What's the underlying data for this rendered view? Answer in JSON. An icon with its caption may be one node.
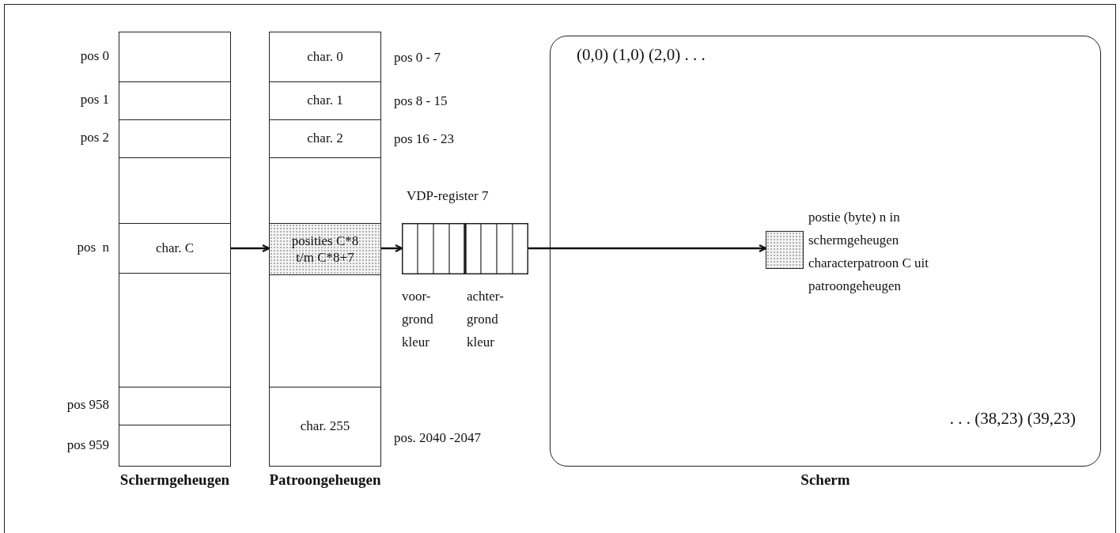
{
  "diagram": {
    "nodes": [
      {
        "text": [
          "Schermgeheugen"
        ]
      },
      {
        "text": [],
        "shape": "box",
        "in": 0,
        "beside": [
          "pos 0"
        ]
      },
      {
        "text": [],
        "shape": "box",
        "in": 0,
        "beside": [
          "pos 1"
        ]
      },
      {
        "text": [],
        "shape": "box",
        "in": 0,
        "beside": [
          "pos 2"
        ]
      },
      {
        "text": [],
        "shape": "box",
        "in": 0
      },
      {
        "text": [
          "char. C"
        ],
        "in": 0,
        "beside": [
          "pos  n"
        ]
      },
      {
        "text": [],
        "shape": "box",
        "in": 0
      },
      {
        "text": [],
        "shape": "box",
        "in": 0,
        "beside": [
          "pos 958"
        ]
      },
      {
        "text": [],
        "shape": "box",
        "in": 0,
        "beside": [
          "pos 959"
        ]
      },
      {
        "text": [
          "Patroongeheugen"
        ]
      },
      {
        "text": [
          "char. 0"
        ],
        "in": 9,
        "beside": [
          "pos 0 - 7"
        ]
      },
      {
        "text": [
          "char. 1"
        ],
        "in": 9,
        "beside": [
          "pos 8 - 15"
        ]
      },
      {
        "text": [
          "char. 2"
        ],
        "in": 9,
        "beside": [
          "pos 16 - 23"
        ]
      },
      {
        "text": [],
        "shape": "box",
        "in": 9
      },
      {
        "text": [
          "posities C*8 t/m C*8+7"
        ],
        "in": 9
      },
      {
        "text": [],
        "shape": "box",
        "in": 9
      },
      {
        "text": [
          "char. 255"
        ],
        "in": 9,
        "beside": [
          "pos. 2040 -2047"
        ]
      },
      {
        "text": [
          "VDP-register 7"
        ]
      },
      {
        "text": [
          "(0,0) (1,0) (2,0) . . .",
          ". . . (38,23) (39,23)",
          "Scherm"
        ]
      },
      {
        "text": [],
        "shape": "box",
        "in": 18,
        "beside": [
          "postie (byte) n in schermgeheugen characterpatroon C uit patroongeheugen"
        ]
      }
    ],
    "edges": [
      {
        "from": 5,
        "to": 14,
        "arrow": "to"
      },
      {
        "from": 14,
        "to": 17,
        "arrow": "to"
      },
      {
        "from": 17,
        "to": 19,
        "arrow": "to"
      }
    ],
    "labels": [
      "voor- grond kleur",
      "achter- grond kleur"
    ]
  }
}
